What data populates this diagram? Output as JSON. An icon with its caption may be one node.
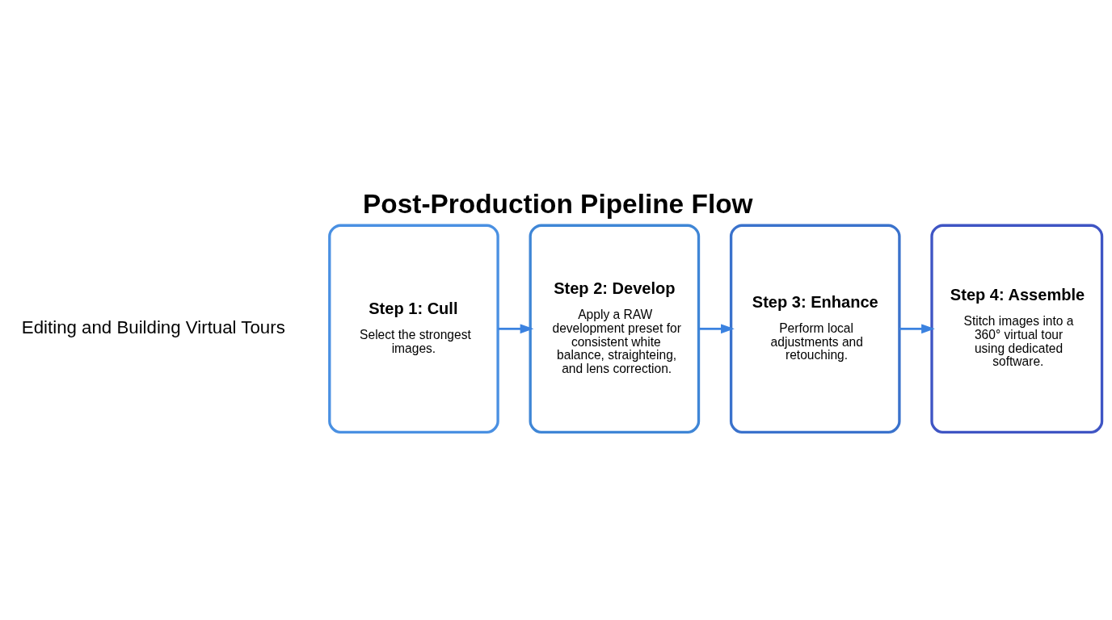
{
  "diagram": {
    "title": "Post-Production Pipeline Flow",
    "nodes": [
      {
        "text": [
          "Step 1: Cull",
          "Select the strongest images."
        ]
      },
      {
        "text": [
          "Step 2: Develop",
          "Apply a RAW development preset for consistent white balance, straighteing, and lens correction."
        ]
      },
      {
        "text": [
          "Step 3: Enhance",
          "Perform local adjustments and retouching."
        ]
      },
      {
        "text": [
          "Step 4: Assemble",
          "Stitch images into a 360° virtual tour using dedicated software."
        ]
      }
    ],
    "edges": [
      {
        "from": 0,
        "to": 1,
        "arrow": "to"
      },
      {
        "from": 1,
        "to": 2,
        "arrow": "to"
      },
      {
        "from": 2,
        "to": 3,
        "arrow": "to"
      }
    ],
    "labels": [
      "Editing and Building Virtual Tours"
    ]
  }
}
